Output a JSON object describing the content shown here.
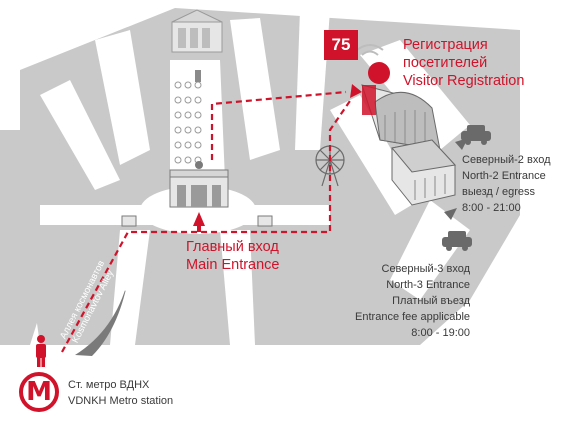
{
  "registration": {
    "number": "75",
    "line_ru_1": "Регистрация",
    "line_ru_2": "посетителей",
    "line_en": "Visitor Registration"
  },
  "main_entrance": {
    "ru": "Главный вход",
    "en": "Main Entrance"
  },
  "north2": {
    "ru": "Северный-2 вход",
    "en": "North-2 Entrance",
    "egress": "выезд / egress",
    "hours": "8:00 - 21:00"
  },
  "north3": {
    "ru": "Северный-3 вход",
    "en": "North-3 Entrance",
    "fee_ru": "Платный въезд",
    "fee_en": "Entrance fee applicable",
    "hours": "8:00 - 19:00"
  },
  "metro": {
    "symbol": "М",
    "ru": "Ст. метро ВДНХ",
    "en": "VDNKH Metro station"
  },
  "alley": {
    "ru": "Аллея космонавтов",
    "en": "Kosmonavtov Alley"
  },
  "colors": {
    "accent_red": "#d0132a",
    "map_gray": "#c9c9c9",
    "street_white": "#ffffff",
    "building_gray": "#9a9a9a"
  },
  "icons": [
    "car-icon",
    "car-icon",
    "person-icon",
    "metro-icon",
    "arrow-icon",
    "rocket-monument-icon",
    "ferris-wheel-icon",
    "red-marker-icon"
  ]
}
